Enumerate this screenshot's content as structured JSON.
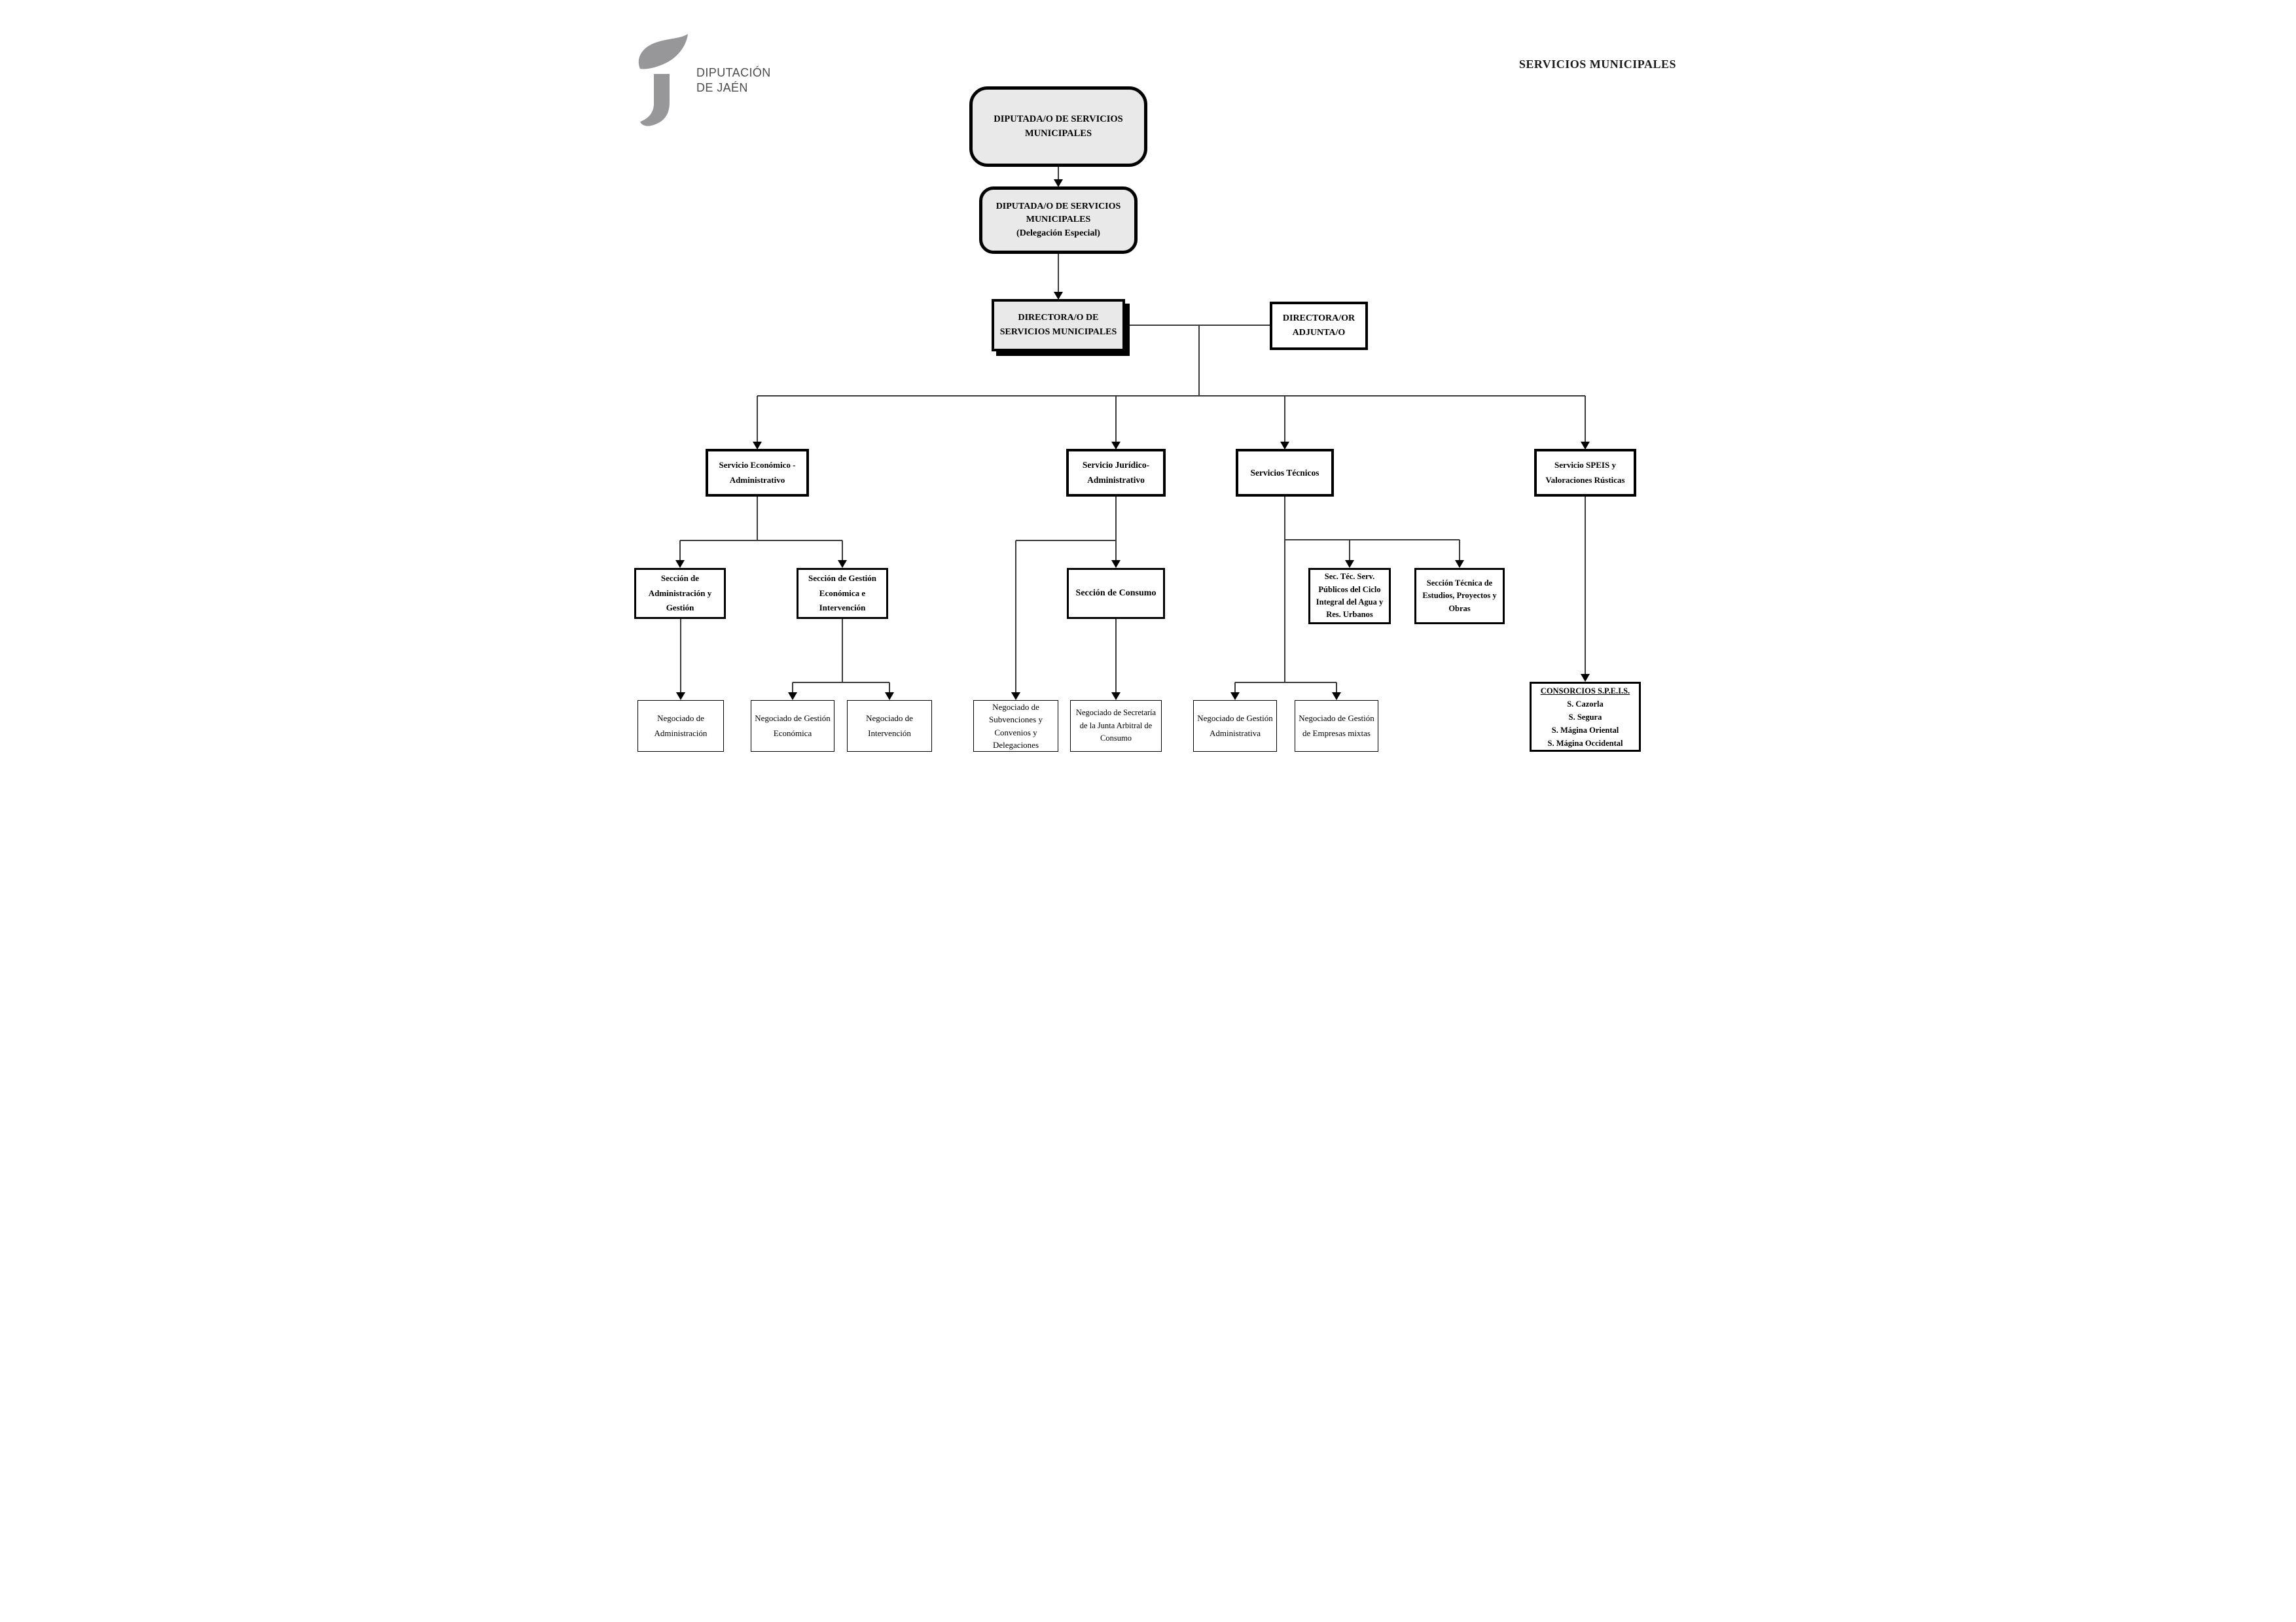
{
  "header": {
    "title": "SERVICIOS MUNICIPALES"
  },
  "logo": {
    "mark": "jaen-leaf-j-logo",
    "line1": "DIPUTACIÓN",
    "line2": "DE JAÉN"
  },
  "org_chart": {
    "nodes": {
      "diputada": {
        "label": "DIPUTADA/O DE SERVICIOS MUNICIPALES"
      },
      "delegacion": {
        "label": "DIPUTADA/O DE SERVICIOS MUNICIPALES",
        "sublabel": "(Delegación Especial)"
      },
      "directora": {
        "label": "DIRECTORA/O DE SERVICIOS MUNICIPALES"
      },
      "adjunta": {
        "label": "DIRECTORA/OR ADJUNTA/O"
      },
      "economico": {
        "label": "Servicio Económico - Administrativo"
      },
      "juridico": {
        "label": "Servicio Jurídico-Administrativo"
      },
      "tecnicos": {
        "label": "Servicios Técnicos"
      },
      "speis": {
        "label": "Servicio SPEIS y Valoraciones Rústicas"
      },
      "seccion_admin": {
        "label": "Sección de Administración y Gestión"
      },
      "seccion_gestion": {
        "label": "Sección de Gestión Económica e Intervención"
      },
      "seccion_consumo": {
        "label": "Sección de Consumo"
      },
      "sec_tec_serv": {
        "label": "Sec. Téc. Serv. Públicos del Ciclo Integral del Agua y Res. Urbanos"
      },
      "seccion_tecnica": {
        "label": "Sección Técnica de Estudios, Proyectos y Obras"
      },
      "neg_administracion": {
        "label": "Negociado de Administración"
      },
      "neg_gestion_economica": {
        "label": "Negociado de Gestión Económica"
      },
      "neg_intervencion": {
        "label": "Negociado de Intervención"
      },
      "neg_subvenciones": {
        "label": "Negociado de Subvenciones y Convenios y Delegaciones"
      },
      "neg_secretaria": {
        "label": "Negociado de Secretaría de la Junta Arbitral de Consumo"
      },
      "neg_gestion_administrativa": {
        "label": "Negociado de Gestión Administrativa"
      },
      "neg_empresas_mixtas": {
        "label": "Negociado de Gestión de Empresas mixtas"
      },
      "consorcios": {
        "title": "CONSORCIOS S.P.E.I.S.",
        "items": [
          "S. Cazorla",
          "S. Segura",
          "S. Mágina Oriental",
          "S. Mágina Occidental"
        ]
      }
    },
    "colors": {
      "top_node_fill": "#e9e9e9",
      "node_fill": "#ffffff",
      "node_border": "#000000",
      "connector_line": "#3a3a3a",
      "logo_gray": "#97979a",
      "text": "#000000"
    }
  }
}
